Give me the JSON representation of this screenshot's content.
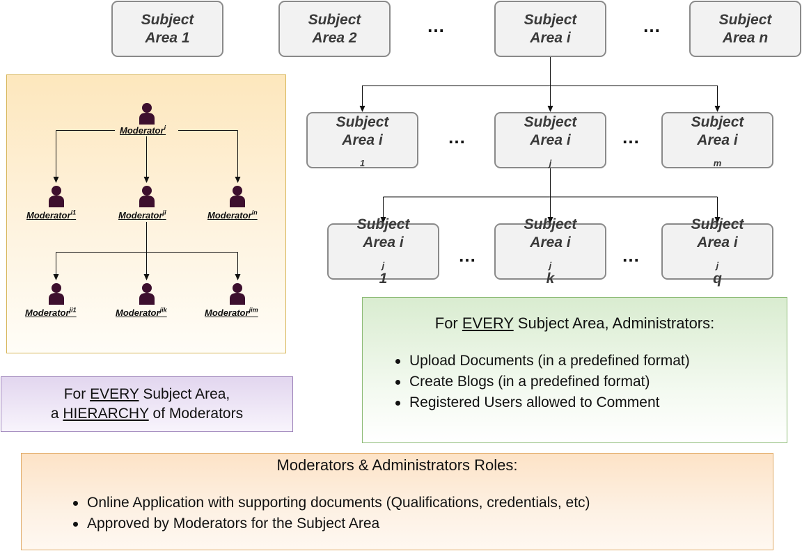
{
  "top_level": [
    {
      "line1": "Subject",
      "line2": "Area 1"
    },
    {
      "line1": "Subject",
      "line2": "Area 2"
    },
    {
      "line1": "Subject",
      "line2": "Area i"
    },
    {
      "line1": "Subject",
      "line2": "Area n"
    }
  ],
  "ellipsis": "…",
  "level2": [
    {
      "line1": "Subject",
      "base": "Area i",
      "sub": "1",
      "tail": ""
    },
    {
      "line1": "Subject",
      "base": "Area i",
      "sub": "j",
      "tail": ""
    },
    {
      "line1": "Subject",
      "base": "Area i",
      "sub": "m",
      "tail": ""
    }
  ],
  "level3": [
    {
      "line1": "Subject",
      "base": "Area i",
      "sub": "j",
      "tail": "1"
    },
    {
      "line1": "Subject",
      "base": "Area i",
      "sub": "j",
      "tail": "k"
    },
    {
      "line1": "Subject",
      "base": "Area i",
      "sub": "j",
      "tail": "q"
    }
  ],
  "moderators": [
    {
      "base": "Moderator",
      "sup": "i"
    },
    {
      "base": "Moderator",
      "sup": "i1"
    },
    {
      "base": "Moderator",
      "sup": "ji"
    },
    {
      "base": "Moderator",
      "sup": "in"
    },
    {
      "base": "Moderator",
      "sup": "ji1"
    },
    {
      "base": "Moderator",
      "sup": "jik"
    },
    {
      "base": "Moderator",
      "sup": "jim"
    }
  ],
  "hierarchy_note": {
    "line1_pre": "For ",
    "line1_em": "EVERY",
    "line1_post": " Subject Area,",
    "line2_pre": "a ",
    "line2_em": "HIERARCHY",
    "line2_post": " of Moderators"
  },
  "admin_box": {
    "heading_pre": "For ",
    "heading_em": "EVERY",
    "heading_post": " Subject Area, Administrators:",
    "items": [
      "Upload Documents (in a predefined format)",
      "Create Blogs (in a predefined format)",
      "Registered Users allowed to Comment"
    ]
  },
  "roles_box": {
    "heading": "Moderators & Administrators Roles:",
    "items": [
      "Online Application with supporting documents (Qualifications, credentials, etc)",
      "Approved by Moderators for the Subject Area"
    ]
  },
  "colors": {
    "box_fill": "#f2f2f2",
    "box_border": "#8a8a8a",
    "person": "#3d0f2e",
    "connector": "#111111"
  }
}
